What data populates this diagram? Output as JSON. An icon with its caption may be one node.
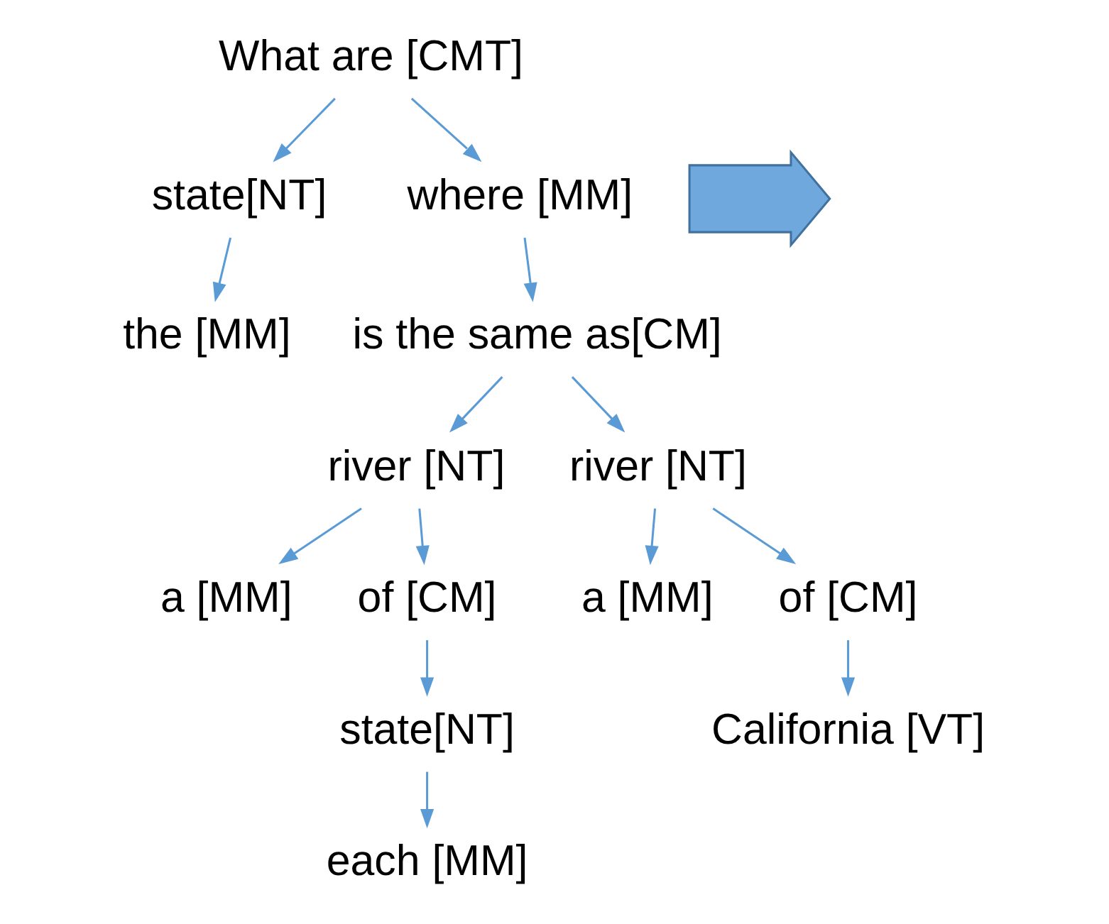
{
  "diagram": {
    "nodes": [
      {
        "text": [
          "What are [CMT]"
        ]
      },
      {
        "text": [
          "state[NT]"
        ]
      },
      {
        "text": [
          "where [MM]"
        ]
      },
      {
        "text": [
          "the [MM]"
        ]
      },
      {
        "text": [
          "is the same as[CM]"
        ]
      },
      {
        "text": [
          "river [NT]"
        ]
      },
      {
        "text": [
          "river [NT]"
        ]
      },
      {
        "text": [
          "a [MM]"
        ]
      },
      {
        "text": [
          "of [CM]"
        ]
      },
      {
        "text": [
          "a [MM]"
        ]
      },
      {
        "text": [
          "of [CM]"
        ]
      },
      {
        "text": [
          "state[NT]"
        ]
      },
      {
        "text": [
          "California [VT]"
        ]
      },
      {
        "text": [
          "each [MM]"
        ]
      },
      {
        "text": [],
        "shape": "arrow"
      }
    ],
    "edges": [
      {
        "from": 0,
        "to": 1,
        "arrow": "to"
      },
      {
        "from": 0,
        "to": 2,
        "arrow": "to"
      },
      {
        "from": 1,
        "to": 3,
        "arrow": "to"
      },
      {
        "from": 2,
        "to": 4,
        "arrow": "to"
      },
      {
        "from": 4,
        "to": 5,
        "arrow": "to"
      },
      {
        "from": 4,
        "to": 6,
        "arrow": "to"
      },
      {
        "from": 5,
        "to": 7,
        "arrow": "to"
      },
      {
        "from": 5,
        "to": 8,
        "arrow": "to"
      },
      {
        "from": 6,
        "to": 9,
        "arrow": "to"
      },
      {
        "from": 6,
        "to": 10,
        "arrow": "to"
      },
      {
        "from": 8,
        "to": 11,
        "arrow": "to"
      },
      {
        "from": 10,
        "to": 12,
        "arrow": "to"
      },
      {
        "from": 11,
        "to": 13,
        "arrow": "to"
      }
    ]
  }
}
